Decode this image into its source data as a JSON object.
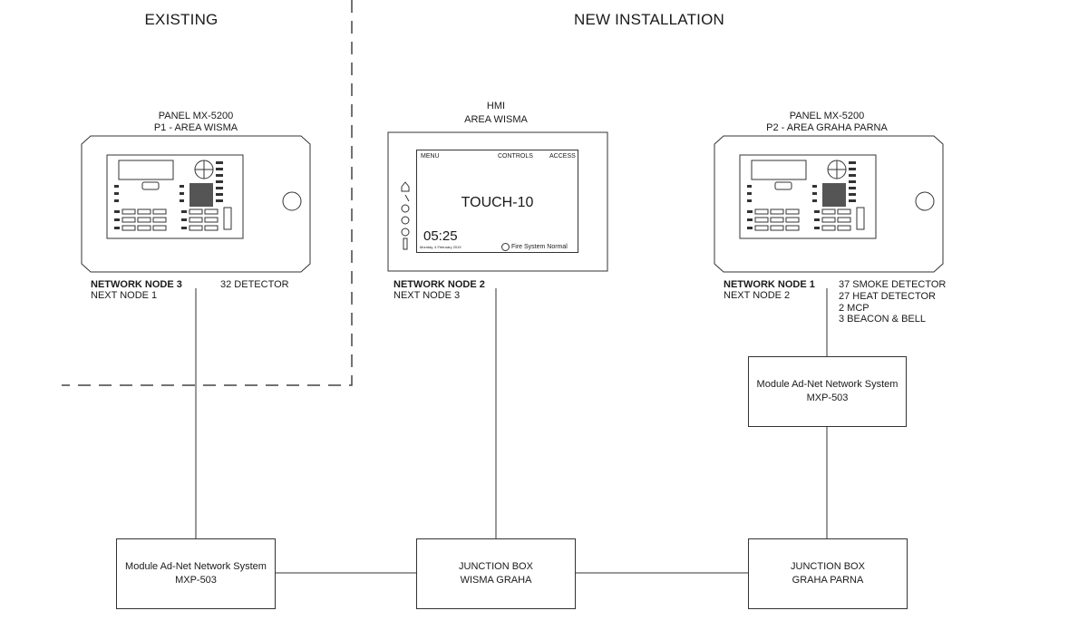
{
  "headers": {
    "existing": "EXISTING",
    "new_installation": "NEW INSTALLATION"
  },
  "panel_p1": {
    "title": "PANEL MX-5200",
    "subtitle": "P1 - AREA WISMA",
    "node_label": "NETWORK NODE 3",
    "next_node": "NEXT NODE 1",
    "devices": [
      "32 DETECTOR"
    ]
  },
  "hmi": {
    "title": "HMI",
    "subtitle": "AREA WISMA",
    "screen": {
      "menu": "MENU",
      "controls": "CONTROLS",
      "access": "ACCESS",
      "model": "TOUCH-10",
      "time": "05:25",
      "date": "Monday, 4 February 2019",
      "status": "Fire System Normal"
    },
    "node_label": "NETWORK NODE 2",
    "next_node": "NEXT NODE 3"
  },
  "panel_p2": {
    "title": "PANEL MX-5200",
    "subtitle": "P2 - AREA GRAHA PARNA",
    "node_label": "NETWORK NODE 1",
    "next_node": "NEXT NODE 2",
    "devices": [
      "37 SMOKE DETECTOR",
      "27 HEAT DETECTOR",
      "2 MCP",
      "3 BEACON & BELL"
    ]
  },
  "boxes": {
    "module_top": {
      "line1": "Module Ad-Net Network System",
      "line2": "MXP-503"
    },
    "module_bottom": {
      "line1": "Module Ad-Net Network System",
      "line2": "MXP-503"
    },
    "jb_wisma": {
      "line1": "JUNCTION BOX",
      "line2": "WISMA GRAHA"
    },
    "jb_parna": {
      "line1": "JUNCTION BOX",
      "line2": "GRAHA PARNA"
    }
  }
}
